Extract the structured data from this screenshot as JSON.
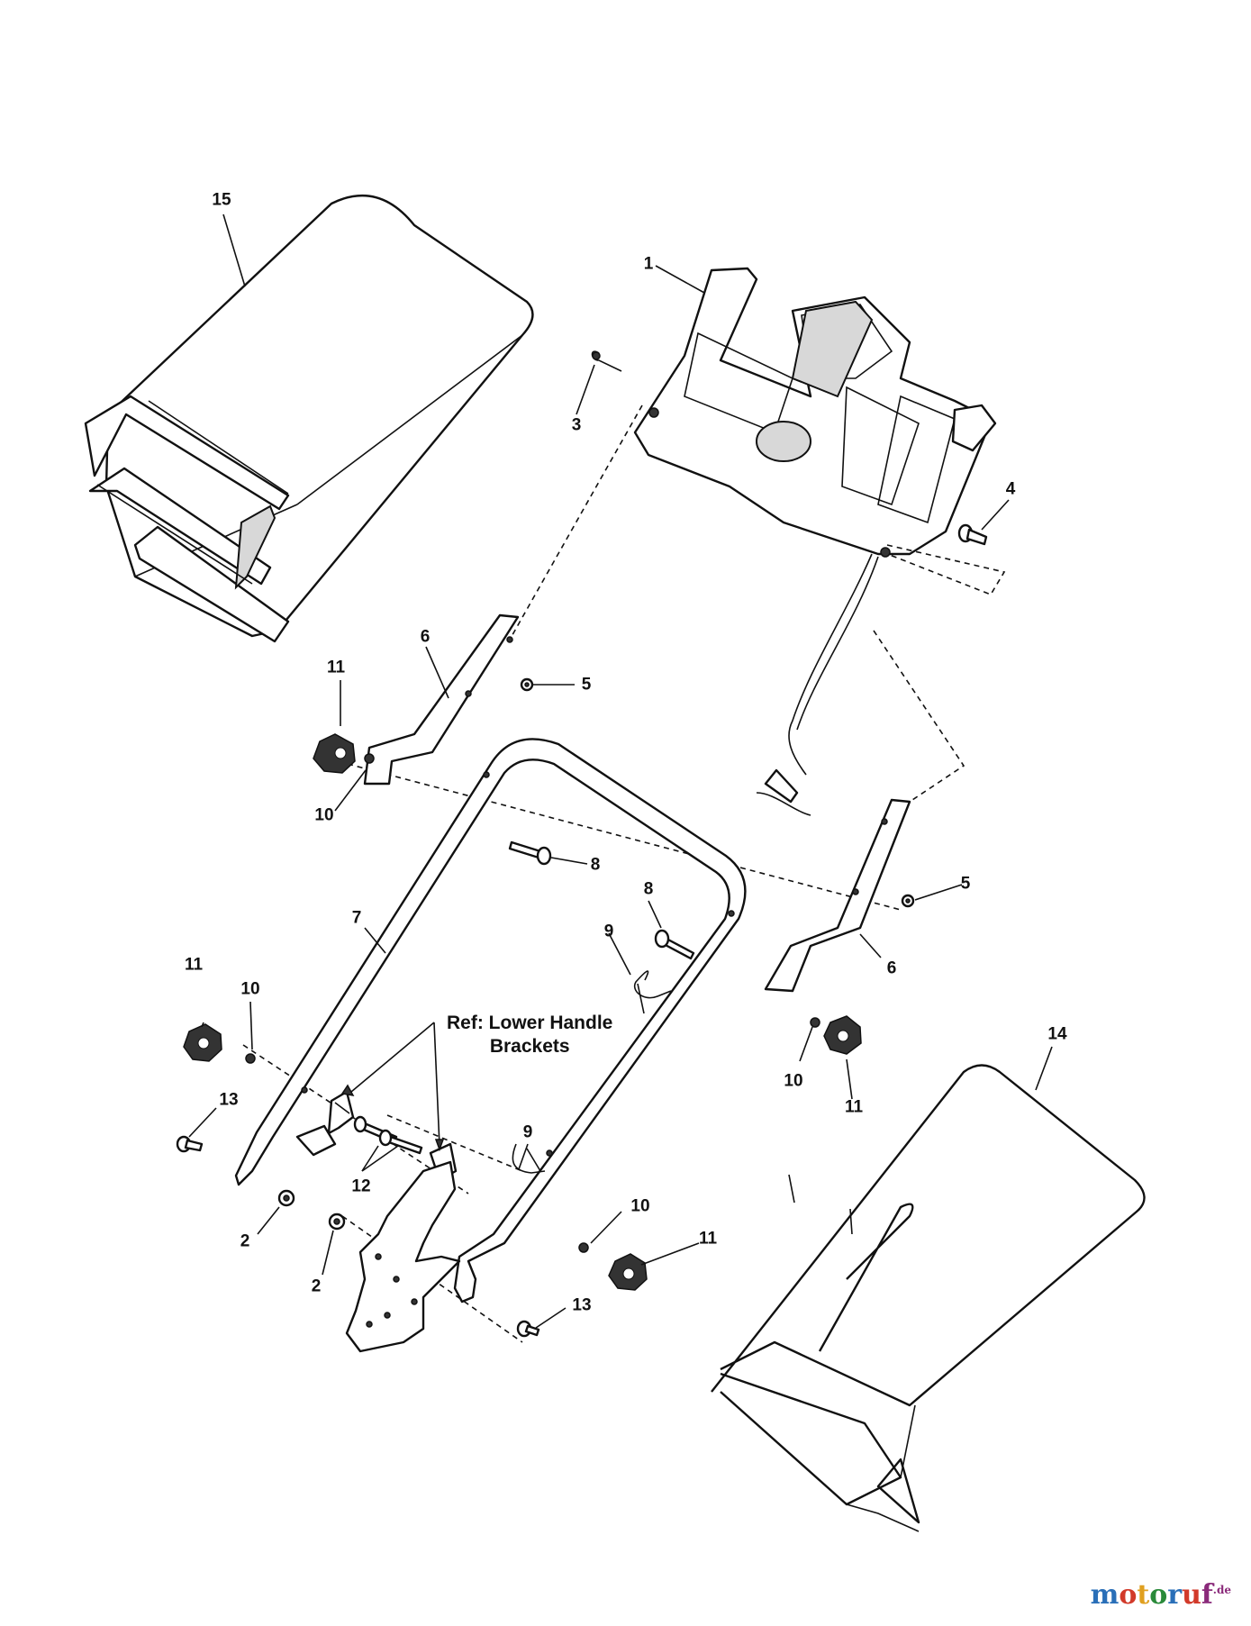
{
  "diagram": {
    "callouts": [
      {
        "id": "c15",
        "text": "15"
      },
      {
        "id": "c1",
        "text": "1"
      },
      {
        "id": "c3",
        "text": "3"
      },
      {
        "id": "c4",
        "text": "4"
      },
      {
        "id": "c6a",
        "text": "6"
      },
      {
        "id": "c5a",
        "text": "5"
      },
      {
        "id": "c11a",
        "text": "11"
      },
      {
        "id": "c10a",
        "text": "10"
      },
      {
        "id": "c8a",
        "text": "8"
      },
      {
        "id": "c5b",
        "text": "5"
      },
      {
        "id": "c7",
        "text": "7"
      },
      {
        "id": "c8b",
        "text": "8"
      },
      {
        "id": "c9a",
        "text": "9"
      },
      {
        "id": "c6b",
        "text": "6"
      },
      {
        "id": "c11b",
        "text": "11"
      },
      {
        "id": "c10b",
        "text": "10"
      },
      {
        "id": "c14",
        "text": "14"
      },
      {
        "id": "c10c",
        "text": "10"
      },
      {
        "id": "c11c",
        "text": "11"
      },
      {
        "id": "c13a",
        "text": "13"
      },
      {
        "id": "c9b",
        "text": "9"
      },
      {
        "id": "c12",
        "text": "12"
      },
      {
        "id": "c2a",
        "text": "2"
      },
      {
        "id": "c10d",
        "text": "10"
      },
      {
        "id": "c11d",
        "text": "11"
      },
      {
        "id": "c2b",
        "text": "2"
      },
      {
        "id": "c13b",
        "text": "13"
      }
    ],
    "reference_label": {
      "line1": "Ref: Lower Handle",
      "line2": "Brackets"
    }
  },
  "watermark": {
    "text": "motoruf",
    "suffix": ".de"
  }
}
